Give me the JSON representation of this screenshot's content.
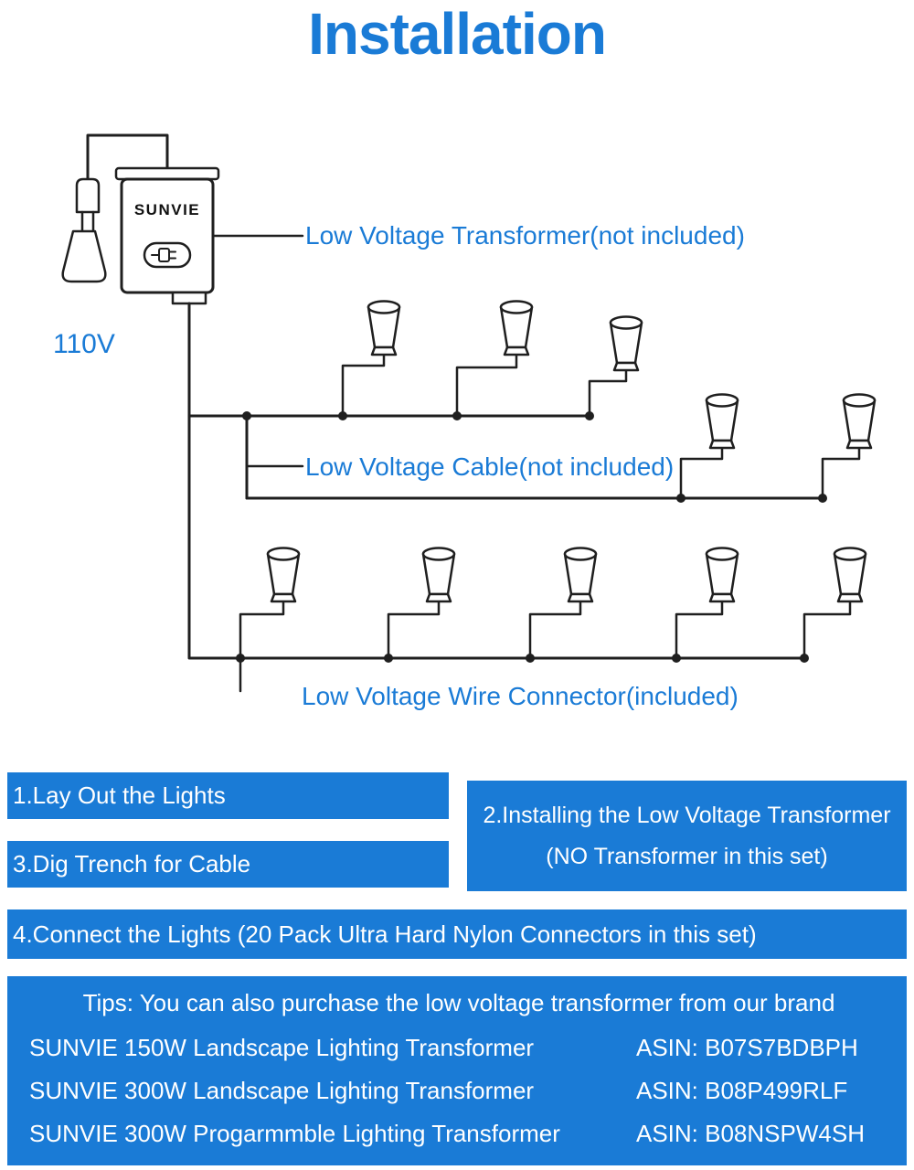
{
  "page": {
    "title": "Installation",
    "accent_color": "#1a7bd6"
  },
  "diagram": {
    "transformer_brand": "SUNVIE",
    "labels": {
      "transformer": "Low Voltage Transformer(not included)",
      "voltage": "110V",
      "cable": "Low Voltage Cable(not included)",
      "connector": "Low Voltage Wire Connector(included)"
    },
    "icons": {
      "plug_icon": "two-prong power plug",
      "outlet_icon": "wall outlet cover",
      "transformer_icon": "low voltage transformer box",
      "path_light_icon": "landscape path light",
      "junction_dot": "wire connector junction"
    }
  },
  "steps": [
    {
      "label": "1.Lay Out the Lights"
    },
    {
      "line1": "2.Installing the Low Voltage Transformer",
      "line2": "(NO Transformer in this set)"
    },
    {
      "label": "3.Dig Trench for Cable"
    },
    {
      "label": "4.Connect the Lights (20 Pack Ultra Hard Nylon Connectors in this set)"
    }
  ],
  "tips": {
    "heading": "Tips: You can also purchase the low voltage transformer from our brand",
    "products": [
      {
        "name": "SUNVIE 150W Landscape Lighting Transformer",
        "asin": "ASIN: B07S7BDBPH"
      },
      {
        "name": "SUNVIE 300W Landscape Lighting Transformer",
        "asin": "ASIN: B08P499RLF"
      },
      {
        "name": "SUNVIE 300W Progarmmble Lighting Transformer",
        "asin": "ASIN: B08NSPW4SH"
      }
    ]
  }
}
